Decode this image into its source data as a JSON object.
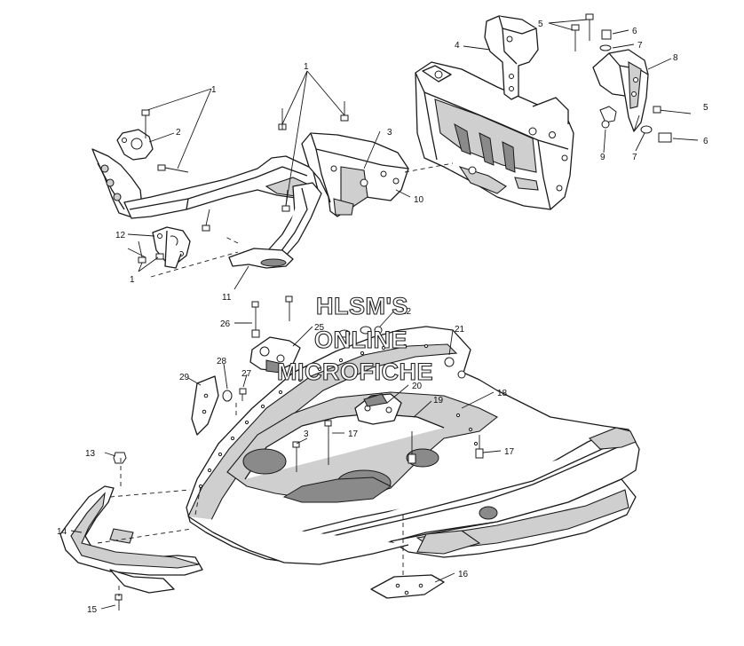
{
  "watermark": {
    "line1": "HLSM'S",
    "line2": "ONLINE",
    "line3": "MICROFICHE"
  },
  "callouts": {
    "c1a": "1",
    "c1b": "1",
    "c1c": "1",
    "c2": "2",
    "c3a": "3",
    "c3b": "3",
    "c4": "4",
    "c5a": "5",
    "c5b": "5",
    "c6a": "6",
    "c6b": "6",
    "c7a": "7",
    "c7b": "7",
    "c8": "8",
    "c9": "9",
    "c10": "10",
    "c11": "11",
    "c12": "12",
    "c13": "13",
    "c14": "14",
    "c15": "15",
    "c16": "16",
    "c17a": "17",
    "c17b": "17",
    "c18": "18",
    "c19": "19",
    "c20": "20",
    "c21": "21",
    "c22": "22",
    "c25": "25",
    "c26": "26",
    "c27": "27",
    "c28": "28",
    "c29": "29"
  }
}
